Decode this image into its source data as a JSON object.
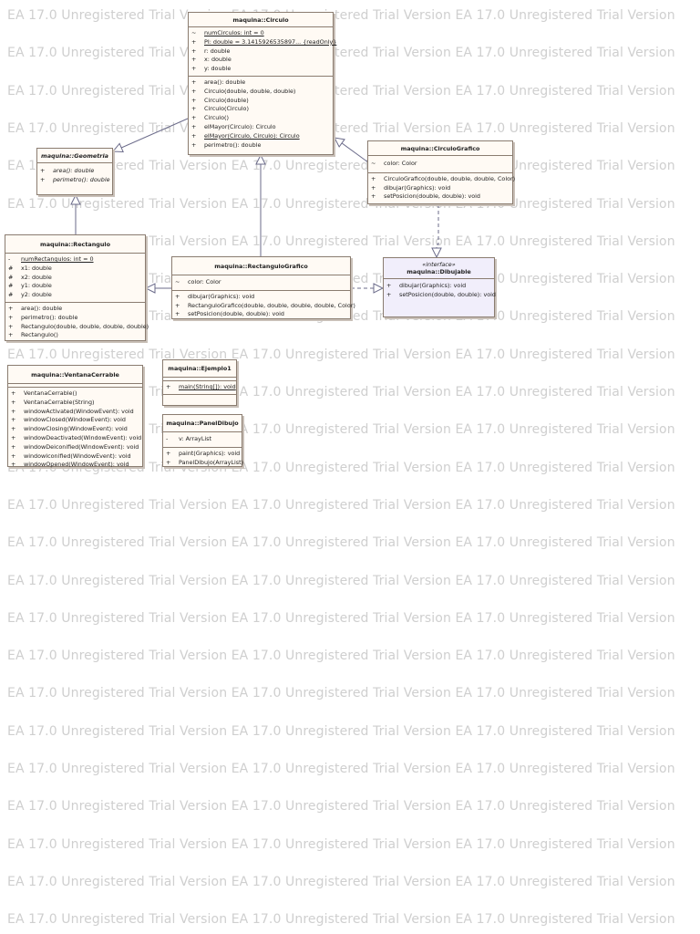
{
  "watermark_text": "EA 17.0 Unregistered Trial Version",
  "classes": {
    "circulo": {
      "name": "maquina::Circulo",
      "attributes": [
        {
          "vis": "~",
          "text": "numCirculos: int = 0",
          "static": true
        },
        {
          "vis": "+",
          "text": "PI: double = 3.1415926535897... {readOnly}",
          "static": true
        },
        {
          "vis": "+",
          "text": "r: double"
        },
        {
          "vis": "+",
          "text": "x: double"
        },
        {
          "vis": "+",
          "text": "y: double"
        }
      ],
      "operations": [
        {
          "vis": "+",
          "text": "area(): double"
        },
        {
          "vis": "+",
          "text": "Circulo(double, double, double)"
        },
        {
          "vis": "+",
          "text": "Circulo(double)"
        },
        {
          "vis": "+",
          "text": "Circulo(Circulo)"
        },
        {
          "vis": "+",
          "text": "Circulo()"
        },
        {
          "vis": "+",
          "text": "elMayor(Circulo): Circulo"
        },
        {
          "vis": "+",
          "text": "elMayor(Circulo, Circulo): Circulo",
          "static": true
        },
        {
          "vis": "+",
          "text": "perimetro(): double"
        }
      ]
    },
    "geometria": {
      "name": "maquina::Geometria",
      "abstract": true,
      "operations": [
        {
          "vis": "+",
          "text": "area(): double",
          "abstract": true
        },
        {
          "vis": "+",
          "text": "perimetro(): double",
          "abstract": true
        }
      ]
    },
    "circulo_grafico": {
      "name": "maquina::CirculoGrafico",
      "attributes": [
        {
          "vis": "~",
          "text": "color: Color"
        }
      ],
      "operations": [
        {
          "vis": "+",
          "text": "CirculoGrafico(double, double, double, Color)"
        },
        {
          "vis": "+",
          "text": "dibujar(Graphics): void"
        },
        {
          "vis": "+",
          "text": "setPosicion(double, double): void"
        }
      ]
    },
    "rectangulo": {
      "name": "maquina::Rectangulo",
      "attributes": [
        {
          "vis": "-",
          "text": "numRectangulos: int = 0",
          "static": true
        },
        {
          "vis": "#",
          "text": "x1: double"
        },
        {
          "vis": "#",
          "text": "x2: double"
        },
        {
          "vis": "#",
          "text": "y1: double"
        },
        {
          "vis": "#",
          "text": "y2: double"
        }
      ],
      "operations": [
        {
          "vis": "+",
          "text": "area(): double"
        },
        {
          "vis": "+",
          "text": "perimetro(): double"
        },
        {
          "vis": "+",
          "text": "Rectangulo(double, double, double, double)"
        },
        {
          "vis": "+",
          "text": "Rectangulo()"
        }
      ]
    },
    "rectangulo_grafico": {
      "name": "maquina::RectanguloGrafico",
      "attributes": [
        {
          "vis": "~",
          "text": "color: Color"
        }
      ],
      "operations": [
        {
          "vis": "+",
          "text": "dibujar(Graphics): void"
        },
        {
          "vis": "+",
          "text": "RectanguloGrafico(double, double, double, double, Color)"
        },
        {
          "vis": "+",
          "text": "setPosicion(double, double): void"
        }
      ]
    },
    "dibujable": {
      "name": "maquina::Dibujable",
      "stereotype": "«interface»",
      "operations": [
        {
          "vis": "+",
          "text": "dibujar(Graphics): void"
        },
        {
          "vis": "+",
          "text": "setPosicion(double, double): void"
        }
      ]
    },
    "ventana_cerrable": {
      "name": "maquina::VentanaCerrable",
      "attributes": [],
      "operations": [
        {
          "vis": "+",
          "text": "VentanaCerrable()"
        },
        {
          "vis": "+",
          "text": "VentanaCerrable(String)"
        },
        {
          "vis": "+",
          "text": "windowActivated(WindowEvent): void"
        },
        {
          "vis": "+",
          "text": "windowClosed(WindowEvent): void"
        },
        {
          "vis": "+",
          "text": "windowClosing(WindowEvent): void"
        },
        {
          "vis": "+",
          "text": "windowDeactivated(WindowEvent): void"
        },
        {
          "vis": "+",
          "text": "windowDeiconified(WindowEvent): void"
        },
        {
          "vis": "+",
          "text": "windowIconified(WindowEvent): void"
        },
        {
          "vis": "+",
          "text": "windowOpened(WindowEvent): void"
        }
      ]
    },
    "ejemplo1": {
      "name": "maquina::Ejemplo1",
      "attributes": [],
      "operations": [
        {
          "vis": "+",
          "text": "main(String[]): void",
          "static": true
        }
      ],
      "extra_empty": true
    },
    "panel_dibujo": {
      "name": "maquina::PanelDibujo",
      "attributes": [
        {
          "vis": "-",
          "text": "v: ArrayList"
        }
      ],
      "operations": [
        {
          "vis": "+",
          "text": "paint(Graphics): void"
        },
        {
          "vis": "+",
          "text": "PanelDibujo(ArrayList)"
        }
      ]
    }
  },
  "relationships": [
    {
      "type": "generalization",
      "from": "circulo",
      "to": "geometria"
    },
    {
      "type": "generalization",
      "from": "rectangulo",
      "to": "geometria"
    },
    {
      "type": "generalization",
      "from": "circulo_grafico",
      "to": "circulo"
    },
    {
      "type": "generalization",
      "from": "rectangulo_grafico",
      "to": "circulo"
    },
    {
      "type": "generalization",
      "from": "rectangulo_grafico",
      "to": "rectangulo"
    },
    {
      "type": "realization",
      "from": "circulo_grafico",
      "to": "dibujable"
    },
    {
      "type": "realization",
      "from": "rectangulo_grafico",
      "to": "dibujable"
    }
  ]
}
